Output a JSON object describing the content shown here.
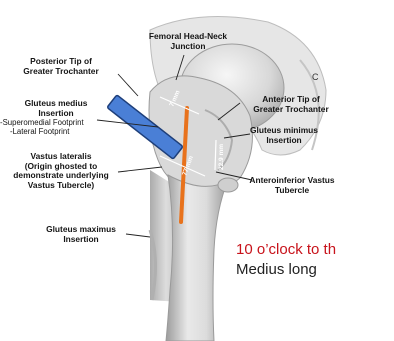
{
  "colors": {
    "bone_light": "#e4e4e4",
    "bone_shade": "#a9a9a9",
    "marker_blue": "#4a7fd6",
    "marker_orange": "#e8721c",
    "caption_red": "#c8131b",
    "caption_text": "#222222"
  },
  "labels": {
    "femoral_head_neck": [
      "Femoral Head-Neck",
      "Junction"
    ],
    "posterior_tip": [
      "Posterior Tip of",
      "Greater Trochanter"
    ],
    "gluteus_medius": [
      "Gluteus medius",
      "Insertion"
    ],
    "superomedial": "-Superomedial Footprint",
    "lateral_footprint": "-Lateral Footprint",
    "vastus_lateralis": [
      "Vastus lateralis",
      "(Origin ghosted to",
      "demonstrate underlying",
      "Vastus Tubercle)"
    ],
    "gluteus_maximus": [
      "Gluteus maximus",
      "Insertion"
    ],
    "anterior_tip": [
      "Anterior Tip of",
      "Greater Trochanter"
    ],
    "gluteus_minimus": [
      "Gluteus minimus",
      "Insertion"
    ],
    "anteroinferior": [
      "Anteroinferior Vastus",
      "Tubercle"
    ],
    "edge_c": "C"
  },
  "measurements": {
    "m1": "7 mm",
    "m2": "22.9 mm",
    "m3": "77 mm"
  },
  "caption": {
    "line1": "10 o’clock to th",
    "line2": "Medius long"
  }
}
